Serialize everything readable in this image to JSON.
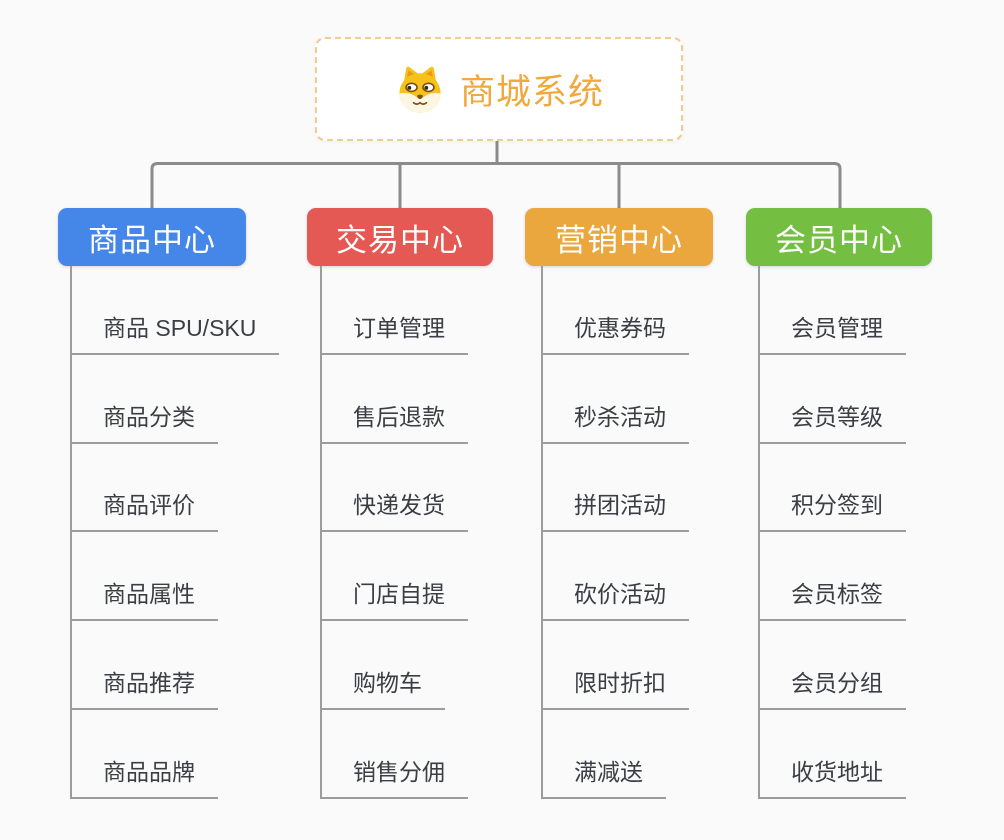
{
  "root": {
    "title": "商城系统",
    "icon": "dog-face-icon",
    "text_color": "#F0A93E",
    "border_color": "#F2CB8E",
    "background": "#FFFFFF"
  },
  "branches": [
    {
      "label": "商品中心",
      "color": "#4587E9",
      "items": [
        "商品 SPU/SKU",
        "商品分类",
        "商品评价",
        "商品属性",
        "商品推荐",
        "商品品牌"
      ]
    },
    {
      "label": "交易中心",
      "color": "#E45953",
      "items": [
        "订单管理",
        "售后退款",
        "快递发货",
        "门店自提",
        "购物车",
        "销售分佣"
      ]
    },
    {
      "label": "营销中心",
      "color": "#EAA73E",
      "items": [
        "优惠券码",
        "秒杀活动",
        "拼团活动",
        "砍价活动",
        "限时折扣",
        "满减送"
      ]
    },
    {
      "label": "会员中心",
      "color": "#74BE41",
      "items": [
        "会员管理",
        "会员等级",
        "积分签到",
        "会员标签",
        "会员分组",
        "收货地址"
      ]
    }
  ],
  "colors": {
    "background": "#FAFAFA",
    "connector_line": "#8B8B8B",
    "subtopic_line": "#9C9C9C",
    "subtopic_text": "#3B3E43"
  }
}
